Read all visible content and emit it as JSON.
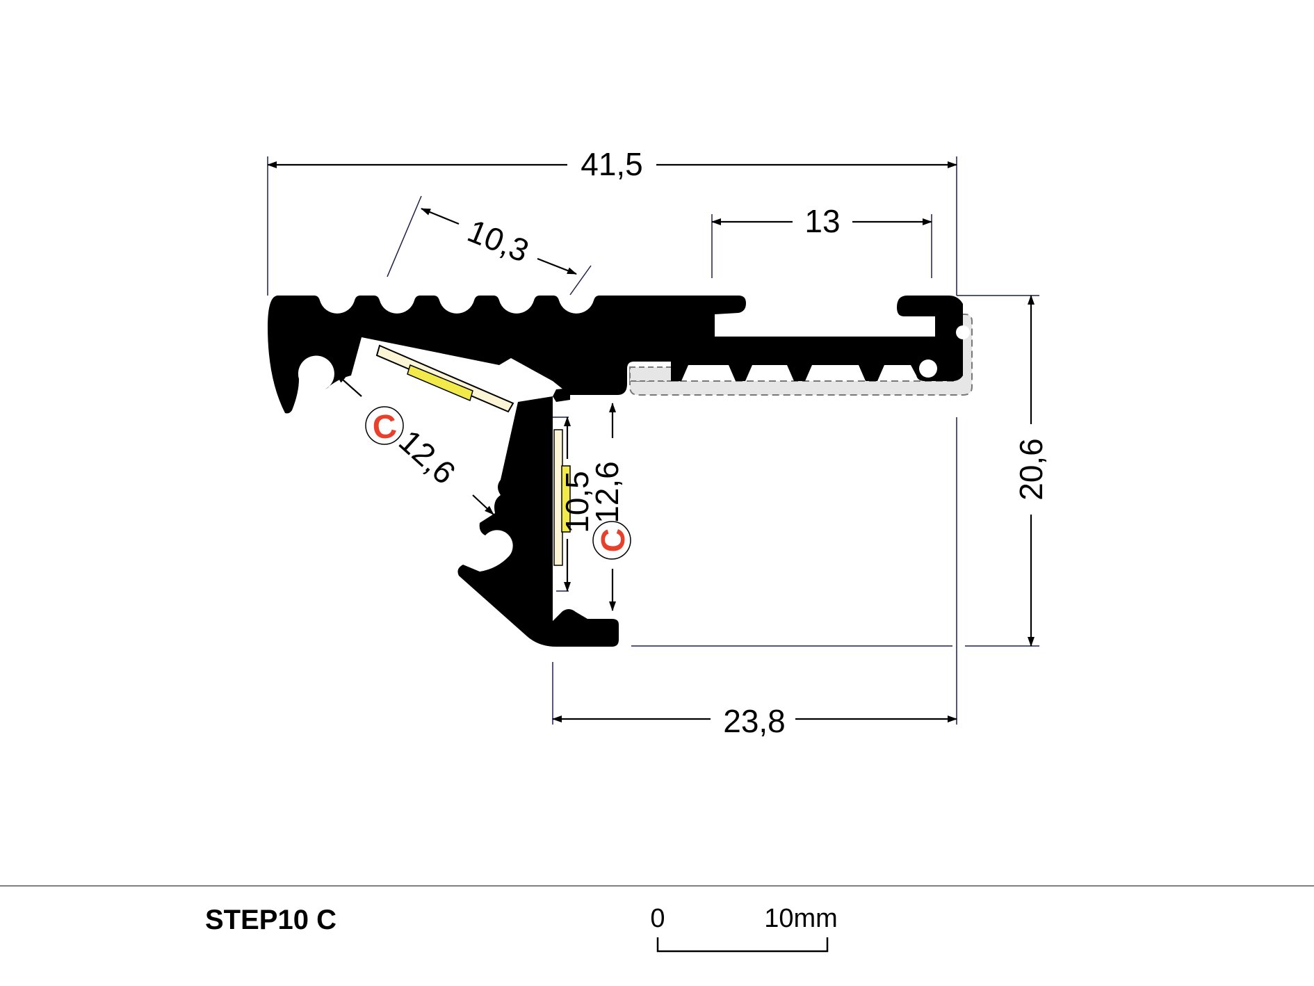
{
  "product": {
    "name": "STEP10 C"
  },
  "dimensions": {
    "overall_width": "41,5",
    "groove_section": "10,3",
    "top_right": "13",
    "height": "20,6",
    "bottom_width": "23,8",
    "angled_led": "12,6",
    "vertical_led": "12,6",
    "vertical_inner": "10,5"
  },
  "markers": {
    "c_symbol": "C"
  },
  "scale": {
    "start": "0",
    "end": "10mm"
  },
  "colors": {
    "profile": "#000000",
    "led_strip": "#f2e94a",
    "led_base": "#fbf5d6",
    "cover": "#e6e6e6",
    "marker": "#e8402a"
  }
}
